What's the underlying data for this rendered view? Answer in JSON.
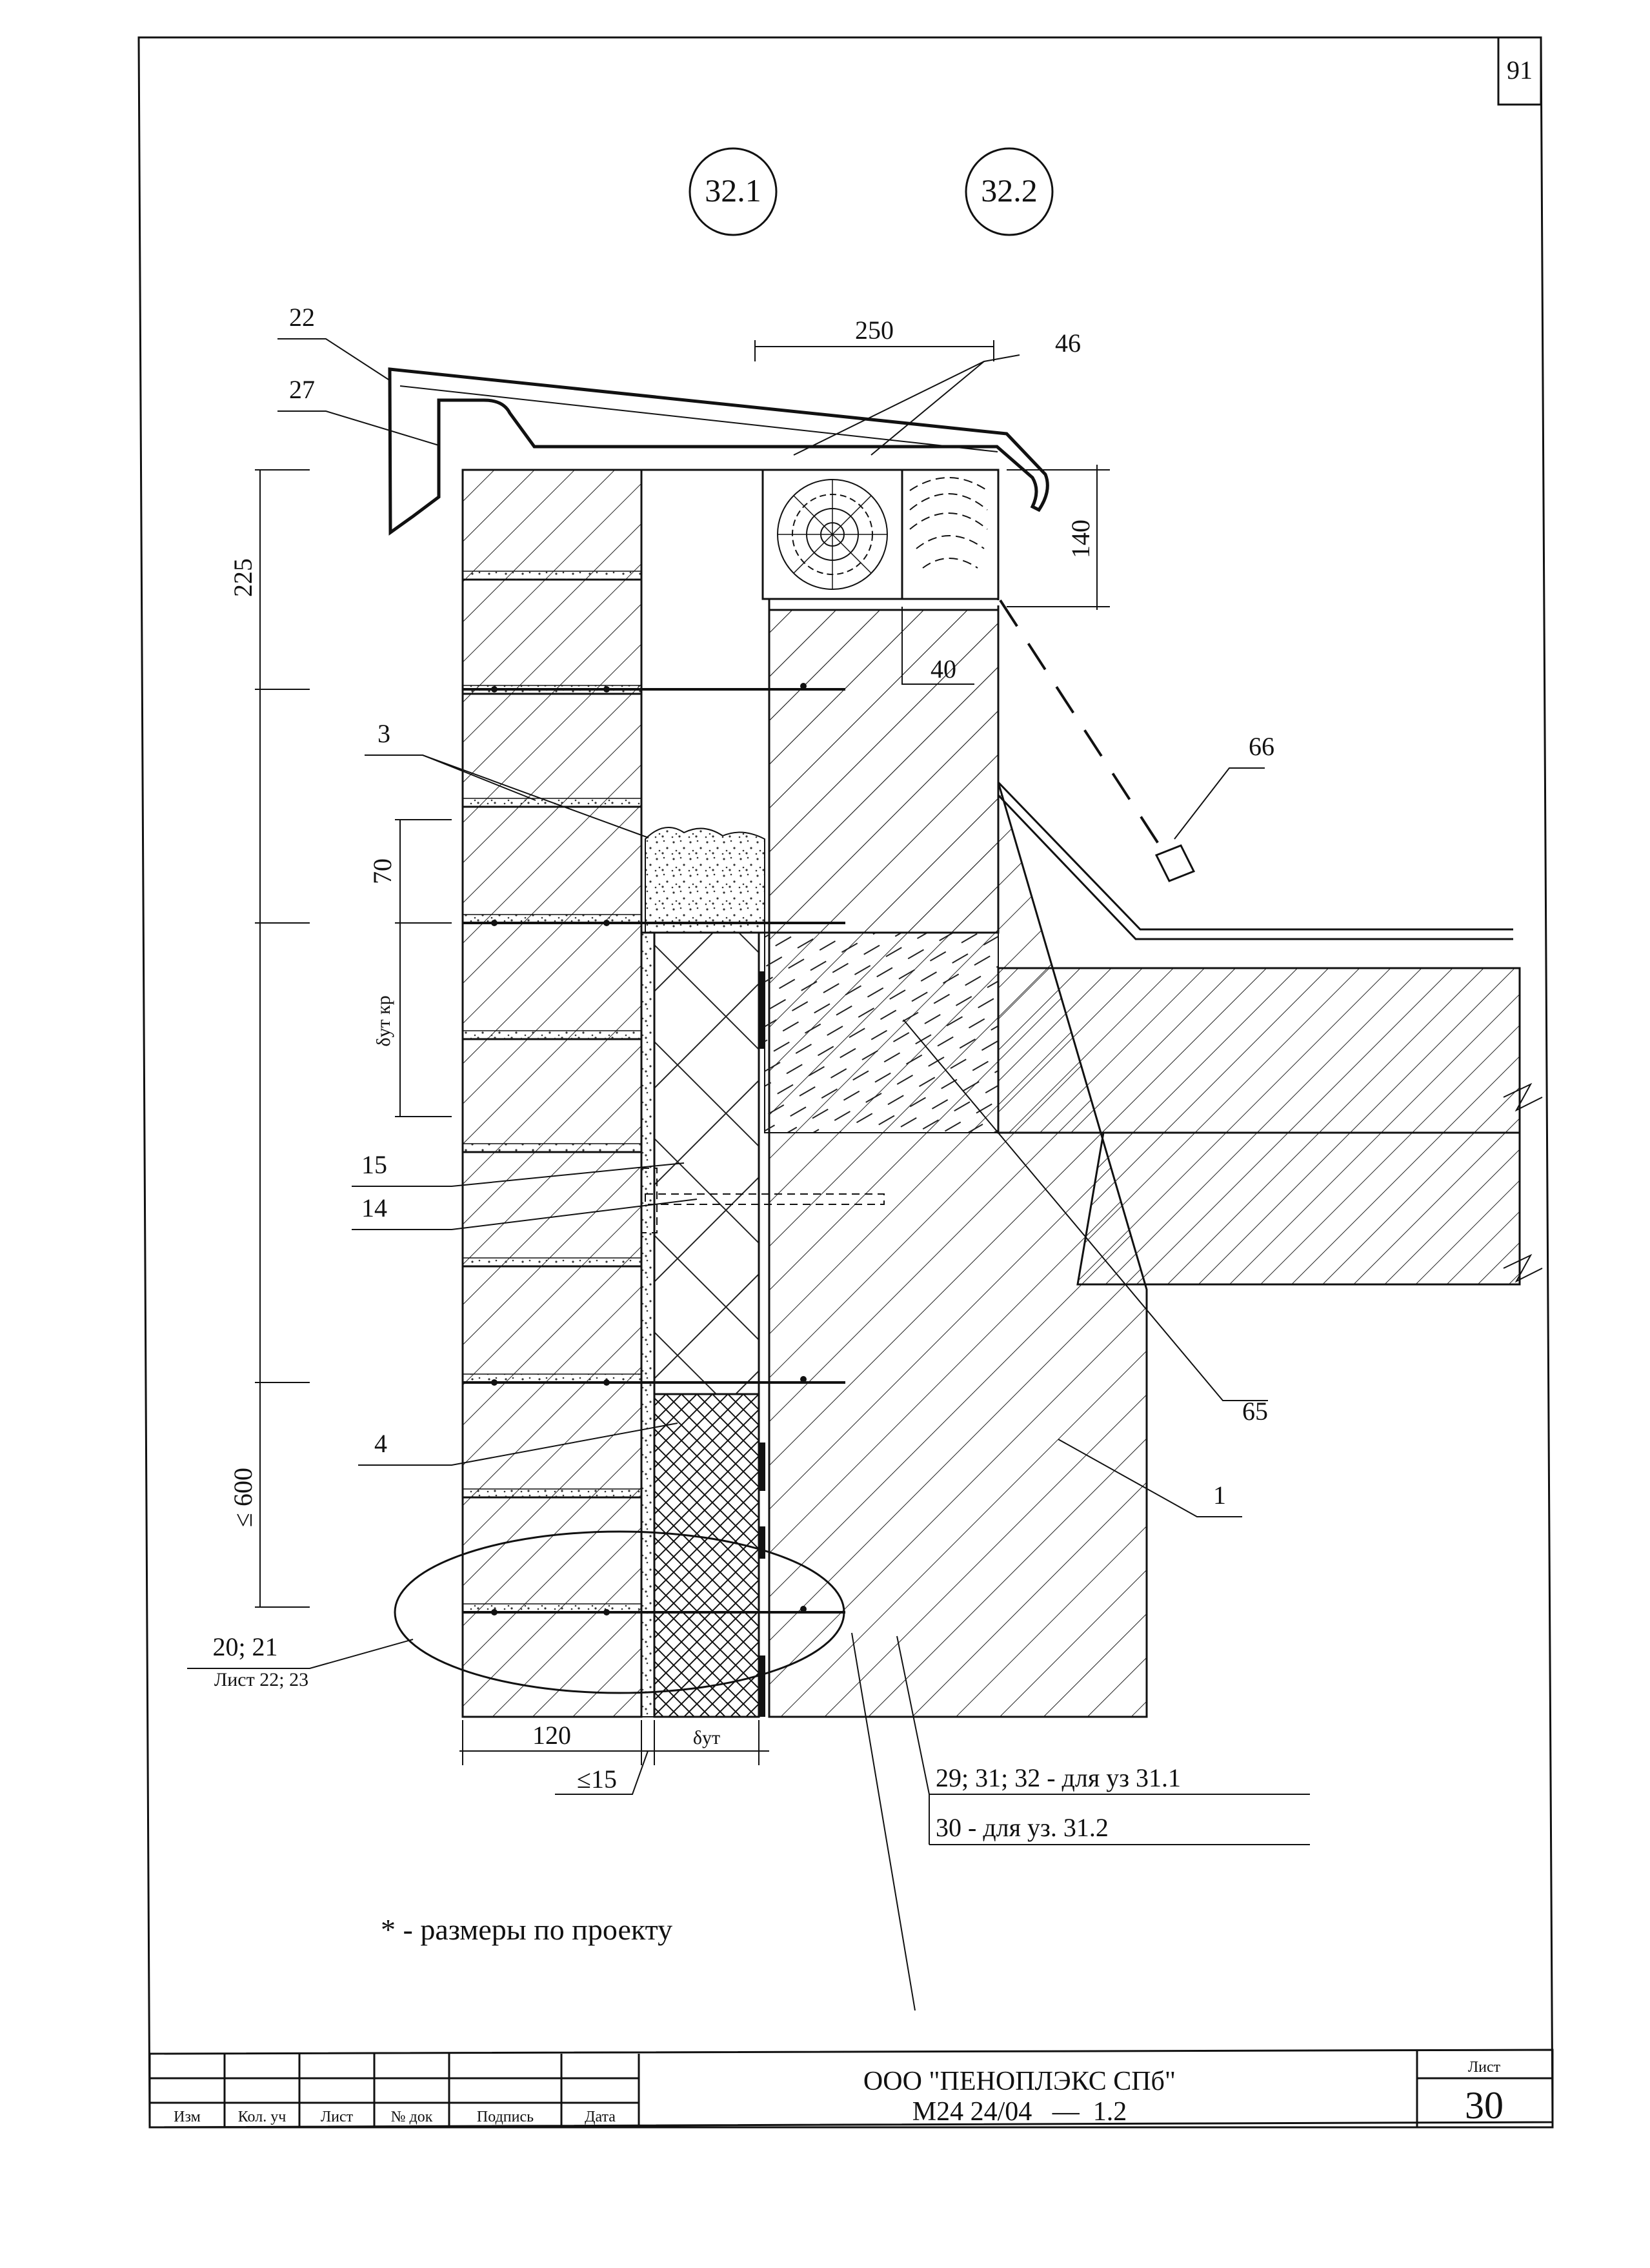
{
  "sheet": {
    "corner_number": "91",
    "detail_markers": [
      "32.1",
      "32.2"
    ],
    "note": "* - размеры по проекту"
  },
  "dimensions": {
    "top_width": "250",
    "parapet_height": "225",
    "bar_height": "140",
    "gap_40": "40",
    "fill_70": "70",
    "delta_ut_kr": "δут кр",
    "le_600": "≤ 600",
    "brick_120": "120",
    "delta_ut": "δут",
    "le_15": "≤15"
  },
  "callouts": {
    "c22": "22",
    "c27": "27",
    "c46": "46",
    "c3": "3",
    "c66": "66",
    "c15": "15",
    "c14": "14",
    "c65": "65",
    "c4": "4",
    "c1": "1",
    "c20": "20; 21",
    "c20_sheet": "Лист 22; 23",
    "c29": "29; 31; 32 - для уз  31.1",
    "c30": "30 - для уз. 31.2"
  },
  "title_block": {
    "col_izm": "Изм",
    "col_kol": "Кол. уч",
    "col_list": "Лист",
    "col_ndok": "№ док",
    "col_podpis": "Подпись",
    "col_data": "Дата",
    "company": "ООО \"ПЕНОПЛЭКС СПб\"",
    "doc_code": "М24 24/04   —  1.2",
    "sheet_label": "Лист",
    "sheet_number": "30"
  }
}
